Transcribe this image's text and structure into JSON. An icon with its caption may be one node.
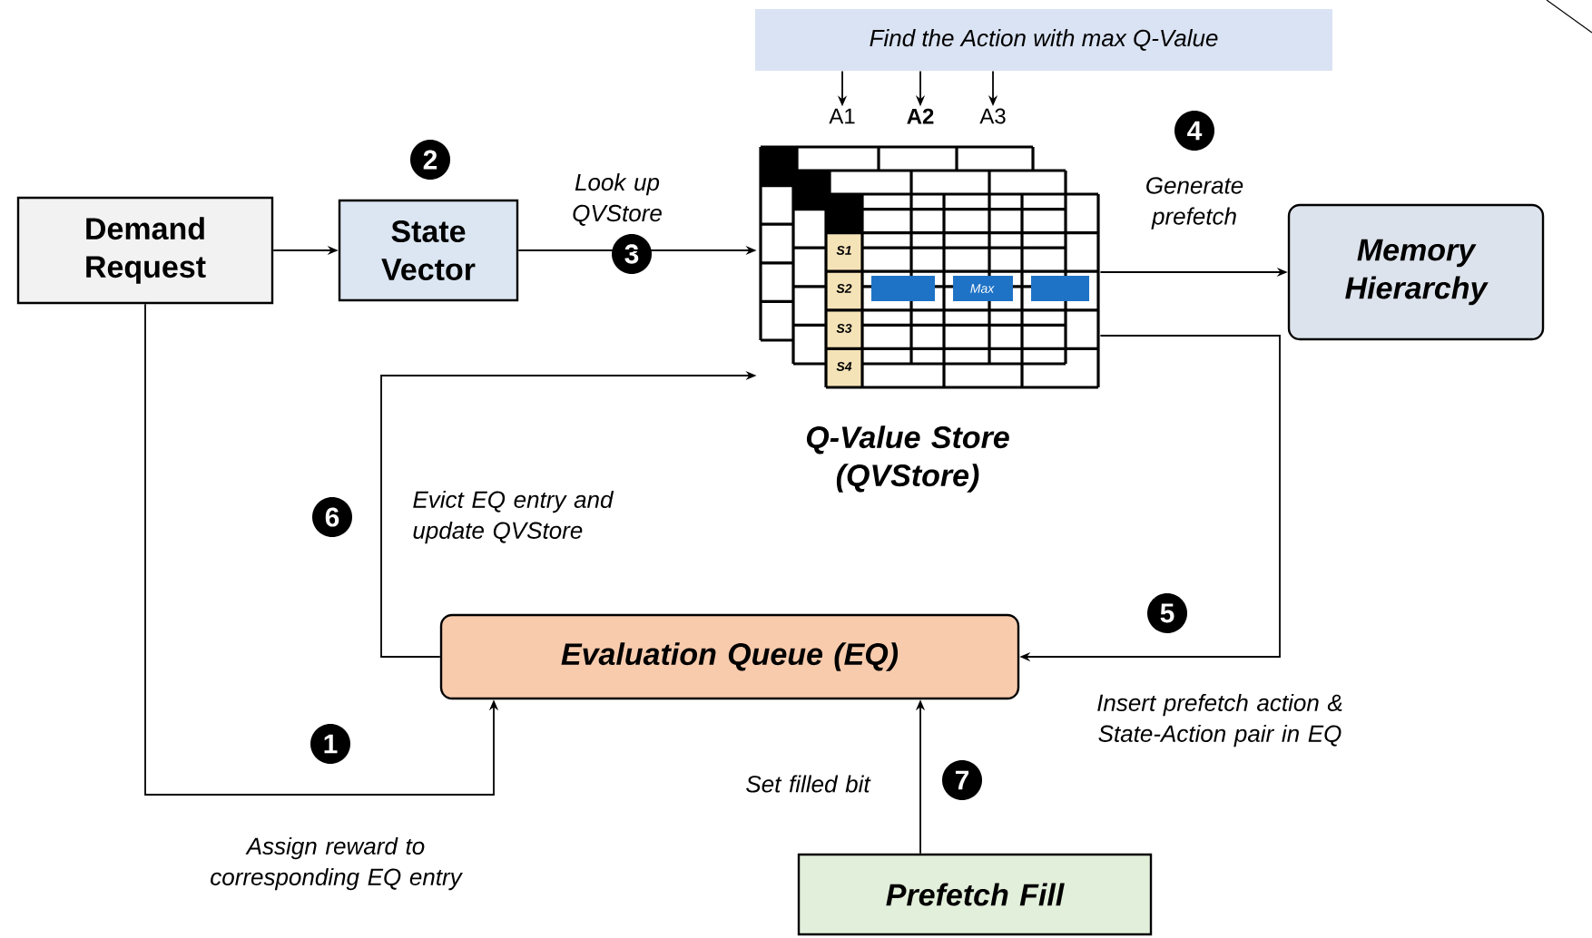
{
  "diagram": {
    "nodes": [
      {
        "text": [
          "Demand Request"
        ]
      },
      {
        "text": [
          "State Vector"
        ]
      },
      {
        "text": [],
        "shape": "picture",
        "beside": [
          "Q-Value Store (QVStore)"
        ]
      },
      {
        "text": [
          "Memory Hierarchy"
        ]
      },
      {
        "text": [
          "Evaluation Queue (EQ)"
        ]
      },
      {
        "text": [
          "Prefetch Fill"
        ]
      },
      {
        "text": [
          "Find the Action with max Q-Value"
        ]
      },
      {
        "text": [
          "A1"
        ]
      },
      {
        "text": [
          "A2"
        ]
      },
      {
        "text": [
          "A3"
        ]
      }
    ],
    "edges": [
      {
        "from": 0,
        "to": 1,
        "arrow": "to"
      },
      {
        "from": 1,
        "to": 2,
        "arrow": "to",
        "label": "Look up QVStore"
      },
      {
        "from": 2,
        "to": 3,
        "arrow": "to",
        "label": "Generate prefetch"
      },
      {
        "from": 2,
        "to": 4,
        "arrow": "to",
        "label": "Insert prefetch action & State-Action pair in EQ"
      },
      {
        "from": 4,
        "to": 2,
        "arrow": "to",
        "label": "Evict EQ entry and update QVStore"
      },
      {
        "from": 0,
        "to": 4,
        "arrow": "to",
        "label": "Assign reward to corresponding EQ entry"
      },
      {
        "from": 5,
        "to": 4,
        "arrow": "to",
        "label": "Set filled bit"
      },
      {
        "from": 6,
        "to": 7,
        "arrow": "to"
      },
      {
        "from": 6,
        "to": 8,
        "arrow": "to"
      },
      {
        "from": 6,
        "to": 9,
        "arrow": "to"
      }
    ],
    "labels": [
      "2",
      "4",
      "3",
      "S1",
      "S2",
      "Max",
      "S3",
      "S4",
      "6",
      "5",
      "1",
      "7"
    ]
  }
}
